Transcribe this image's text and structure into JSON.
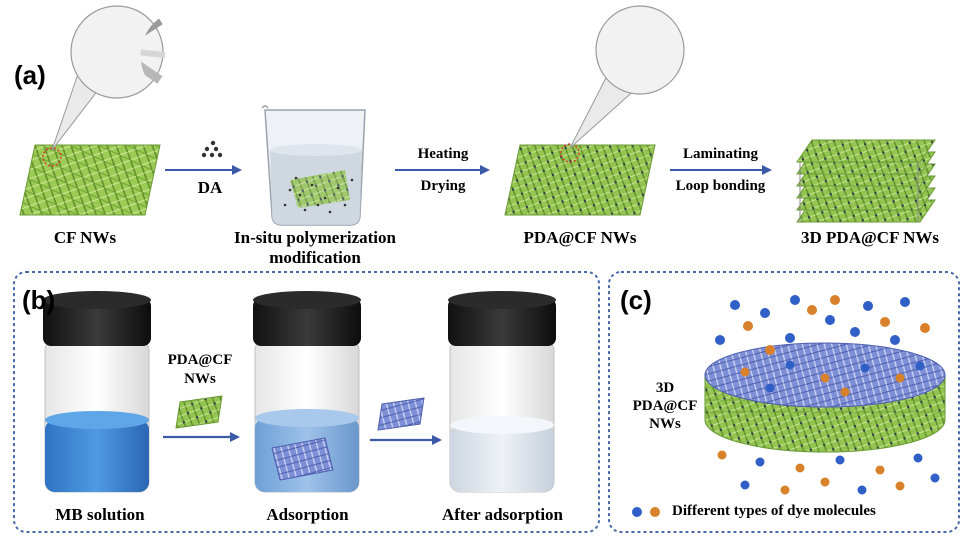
{
  "panels": {
    "a": "(a)",
    "b": "(b)",
    "c": "(c)"
  },
  "panel_a": {
    "cfnws": "CF NWs",
    "da": "DA",
    "insitu_line1": "In-situ polymerization",
    "insitu_line2": "modification",
    "heating": "Heating",
    "drying": "Drying",
    "pda_cfnws": "PDA@CF NWs",
    "laminating": "Laminating",
    "loop_bonding": "Loop bonding",
    "pda3d": "3D PDA@CF NWs"
  },
  "panel_b": {
    "mb_solution": "MB solution",
    "pda_line1": "PDA@CF",
    "pda_line2": "NWs",
    "adsorption": "Adsorption",
    "after_adsorption": "After adsorption"
  },
  "panel_c": {
    "label_line1": "3D",
    "label_line2": "PDA@CF",
    "label_line3": "NWs",
    "legend": "Different types of dye molecules"
  },
  "colors": {
    "fiber_green": "#8cc63f",
    "arrow_blue": "#3b5aa8",
    "dot_blue": "#2f5fc7",
    "dot_orange": "#d9812a",
    "border": "#4a6aa8"
  }
}
